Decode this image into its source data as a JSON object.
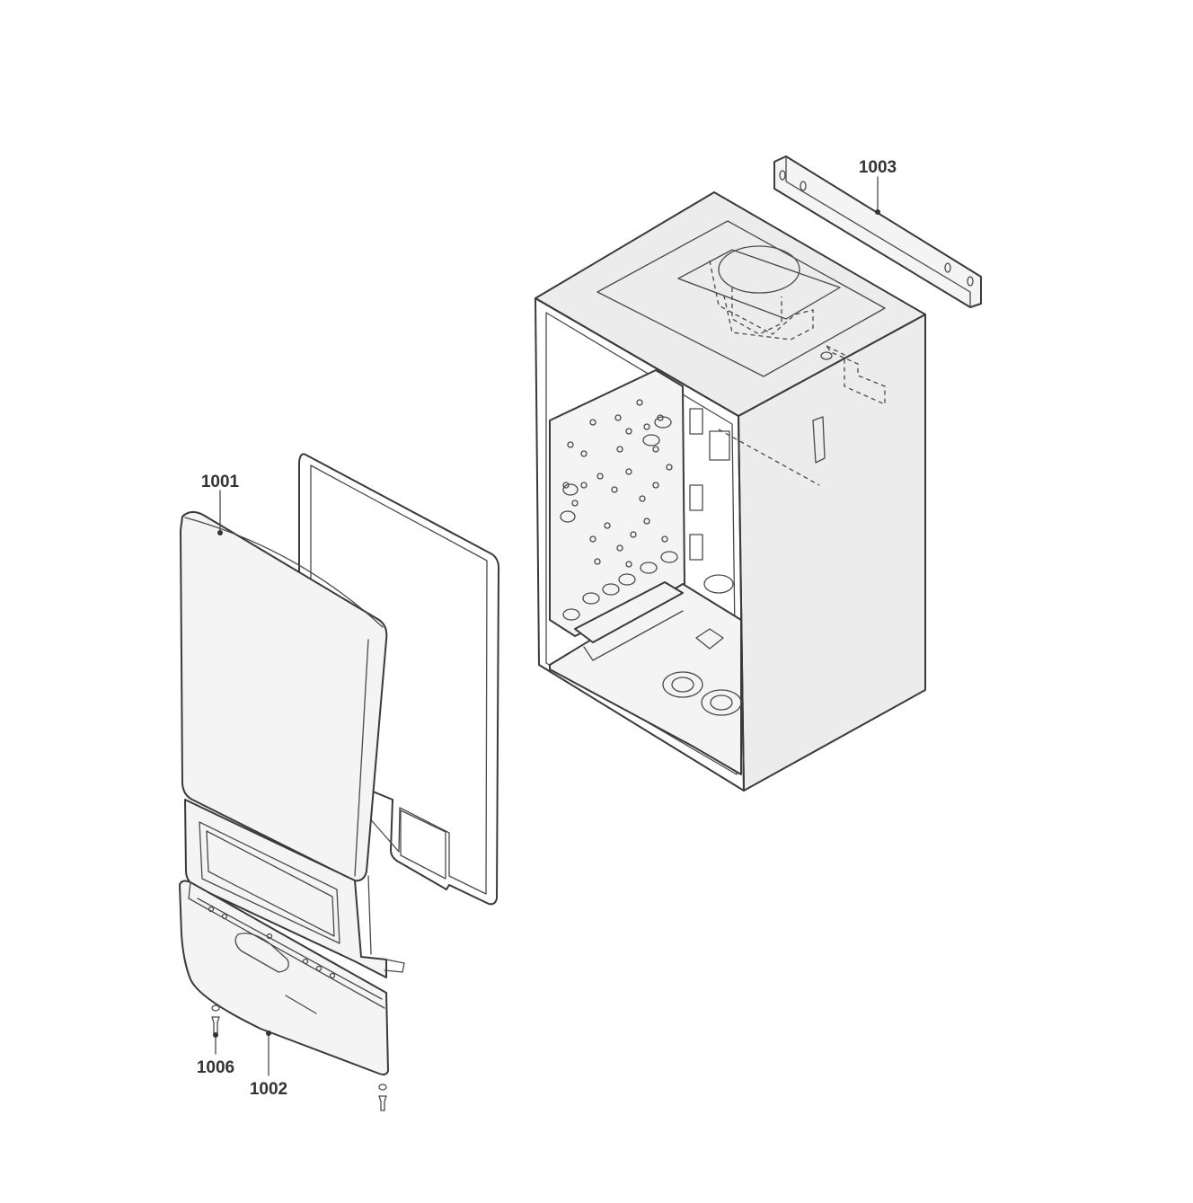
{
  "callouts": {
    "front_panel": "1001",
    "lower_cover": "1002",
    "mounting_bracket": "1003",
    "screw": "1006"
  },
  "colors": {
    "line": "#3a3a3a",
    "fill": "#ececec",
    "background": "#ffffff"
  }
}
